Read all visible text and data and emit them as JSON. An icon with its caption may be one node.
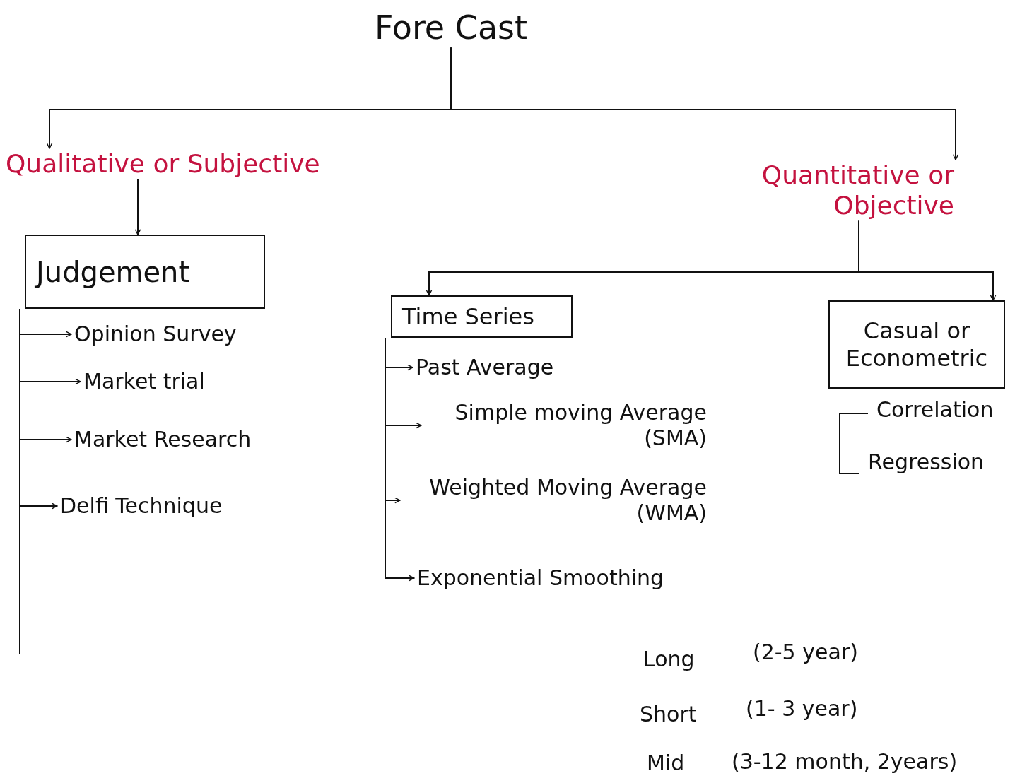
{
  "diagram": {
    "nodes": [
      {
        "text": [
          "Fore Cast"
        ]
      },
      {
        "text": [
          "Qualitative or Subjective"
        ]
      },
      {
        "text": [
          "Quantitative or Objective"
        ]
      },
      {
        "text": [
          "Judgement"
        ]
      },
      {
        "text": [
          "Opinion Survey"
        ]
      },
      {
        "text": [
          "Market trial"
        ]
      },
      {
        "text": [
          "Market Research"
        ]
      },
      {
        "text": [
          "Delfi Technique"
        ]
      },
      {
        "text": [
          "Time Series"
        ]
      },
      {
        "text": [
          "Casual or Econometric"
        ]
      },
      {
        "text": [
          "Past Average"
        ]
      },
      {
        "text": [
          "Simple moving Average (SMA)"
        ]
      },
      {
        "text": [
          "Weighted Moving Average (WMA)"
        ]
      },
      {
        "text": [
          "Exponential Smoothing"
        ]
      }
    ],
    "edges": [
      {
        "from": 0,
        "to": 1,
        "arrow": "to"
      },
      {
        "from": 0,
        "to": 2,
        "arrow": "to"
      },
      {
        "from": 1,
        "to": 3,
        "arrow": "to"
      },
      {
        "from": 3,
        "to": 4,
        "arrow": "to"
      },
      {
        "from": 3,
        "to": 5,
        "arrow": "to"
      },
      {
        "from": 3,
        "to": 6,
        "arrow": "to"
      },
      {
        "from": 3,
        "to": 7,
        "arrow": "to"
      },
      {
        "from": 2,
        "to": 8,
        "arrow": "to"
      },
      {
        "from": 2,
        "to": 9,
        "arrow": "to"
      },
      {
        "from": 8,
        "to": 10,
        "arrow": "to"
      },
      {
        "from": 8,
        "to": 11,
        "arrow": "to"
      },
      {
        "from": 8,
        "to": 12,
        "arrow": "to"
      },
      {
        "from": 8,
        "to": 13,
        "arrow": "to"
      }
    ],
    "labels": [
      "Correlation",
      "Regression",
      "Long",
      "(2-5 year)",
      "Short",
      "(1- 3 year)",
      "Mid",
      "(3-12 month, 2years)"
    ]
  }
}
